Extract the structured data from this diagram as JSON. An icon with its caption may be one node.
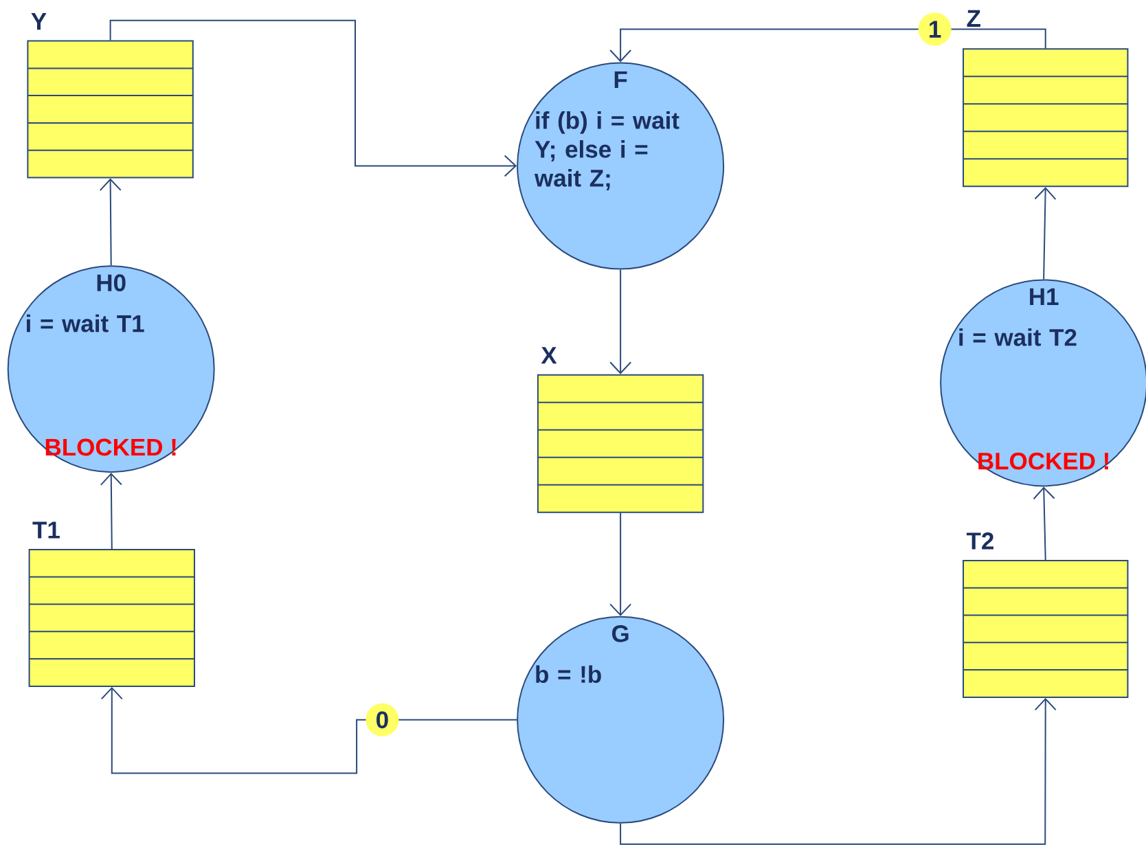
{
  "diagram": {
    "nodes": [
      {
        "text": [
          "Y"
        ]
      },
      {
        "text": [
          "F",
          "if (b) i = wait Y; else i = wait Z;"
        ]
      },
      {
        "text": [
          "Z"
        ]
      },
      {
        "text": [
          "H0",
          "i = wait T1",
          "BLOCKED !"
        ]
      },
      {
        "text": [
          "X"
        ]
      },
      {
        "text": [
          "H1",
          "i = wait T2",
          "BLOCKED !"
        ]
      },
      {
        "text": [
          "T1"
        ]
      },
      {
        "text": [
          "G",
          "b = !b"
        ]
      },
      {
        "text": [
          "T2"
        ]
      }
    ],
    "edges": [
      {
        "from": 0,
        "to": 1,
        "arrow": "to"
      },
      {
        "from": 2,
        "to": 1,
        "arrow": "to",
        "label": "1"
      },
      {
        "from": 3,
        "to": 0,
        "arrow": "to"
      },
      {
        "from": 1,
        "to": 4,
        "arrow": "to"
      },
      {
        "from": 5,
        "to": 2,
        "arrow": "to"
      },
      {
        "from": 6,
        "to": 3,
        "arrow": "to"
      },
      {
        "from": 4,
        "to": 7,
        "arrow": "to"
      },
      {
        "from": 7,
        "to": 6,
        "arrow": "to",
        "label": "0"
      },
      {
        "from": 7,
        "to": 8,
        "arrow": "to"
      },
      {
        "from": 8,
        "to": 5,
        "arrow": "to"
      }
    ]
  }
}
